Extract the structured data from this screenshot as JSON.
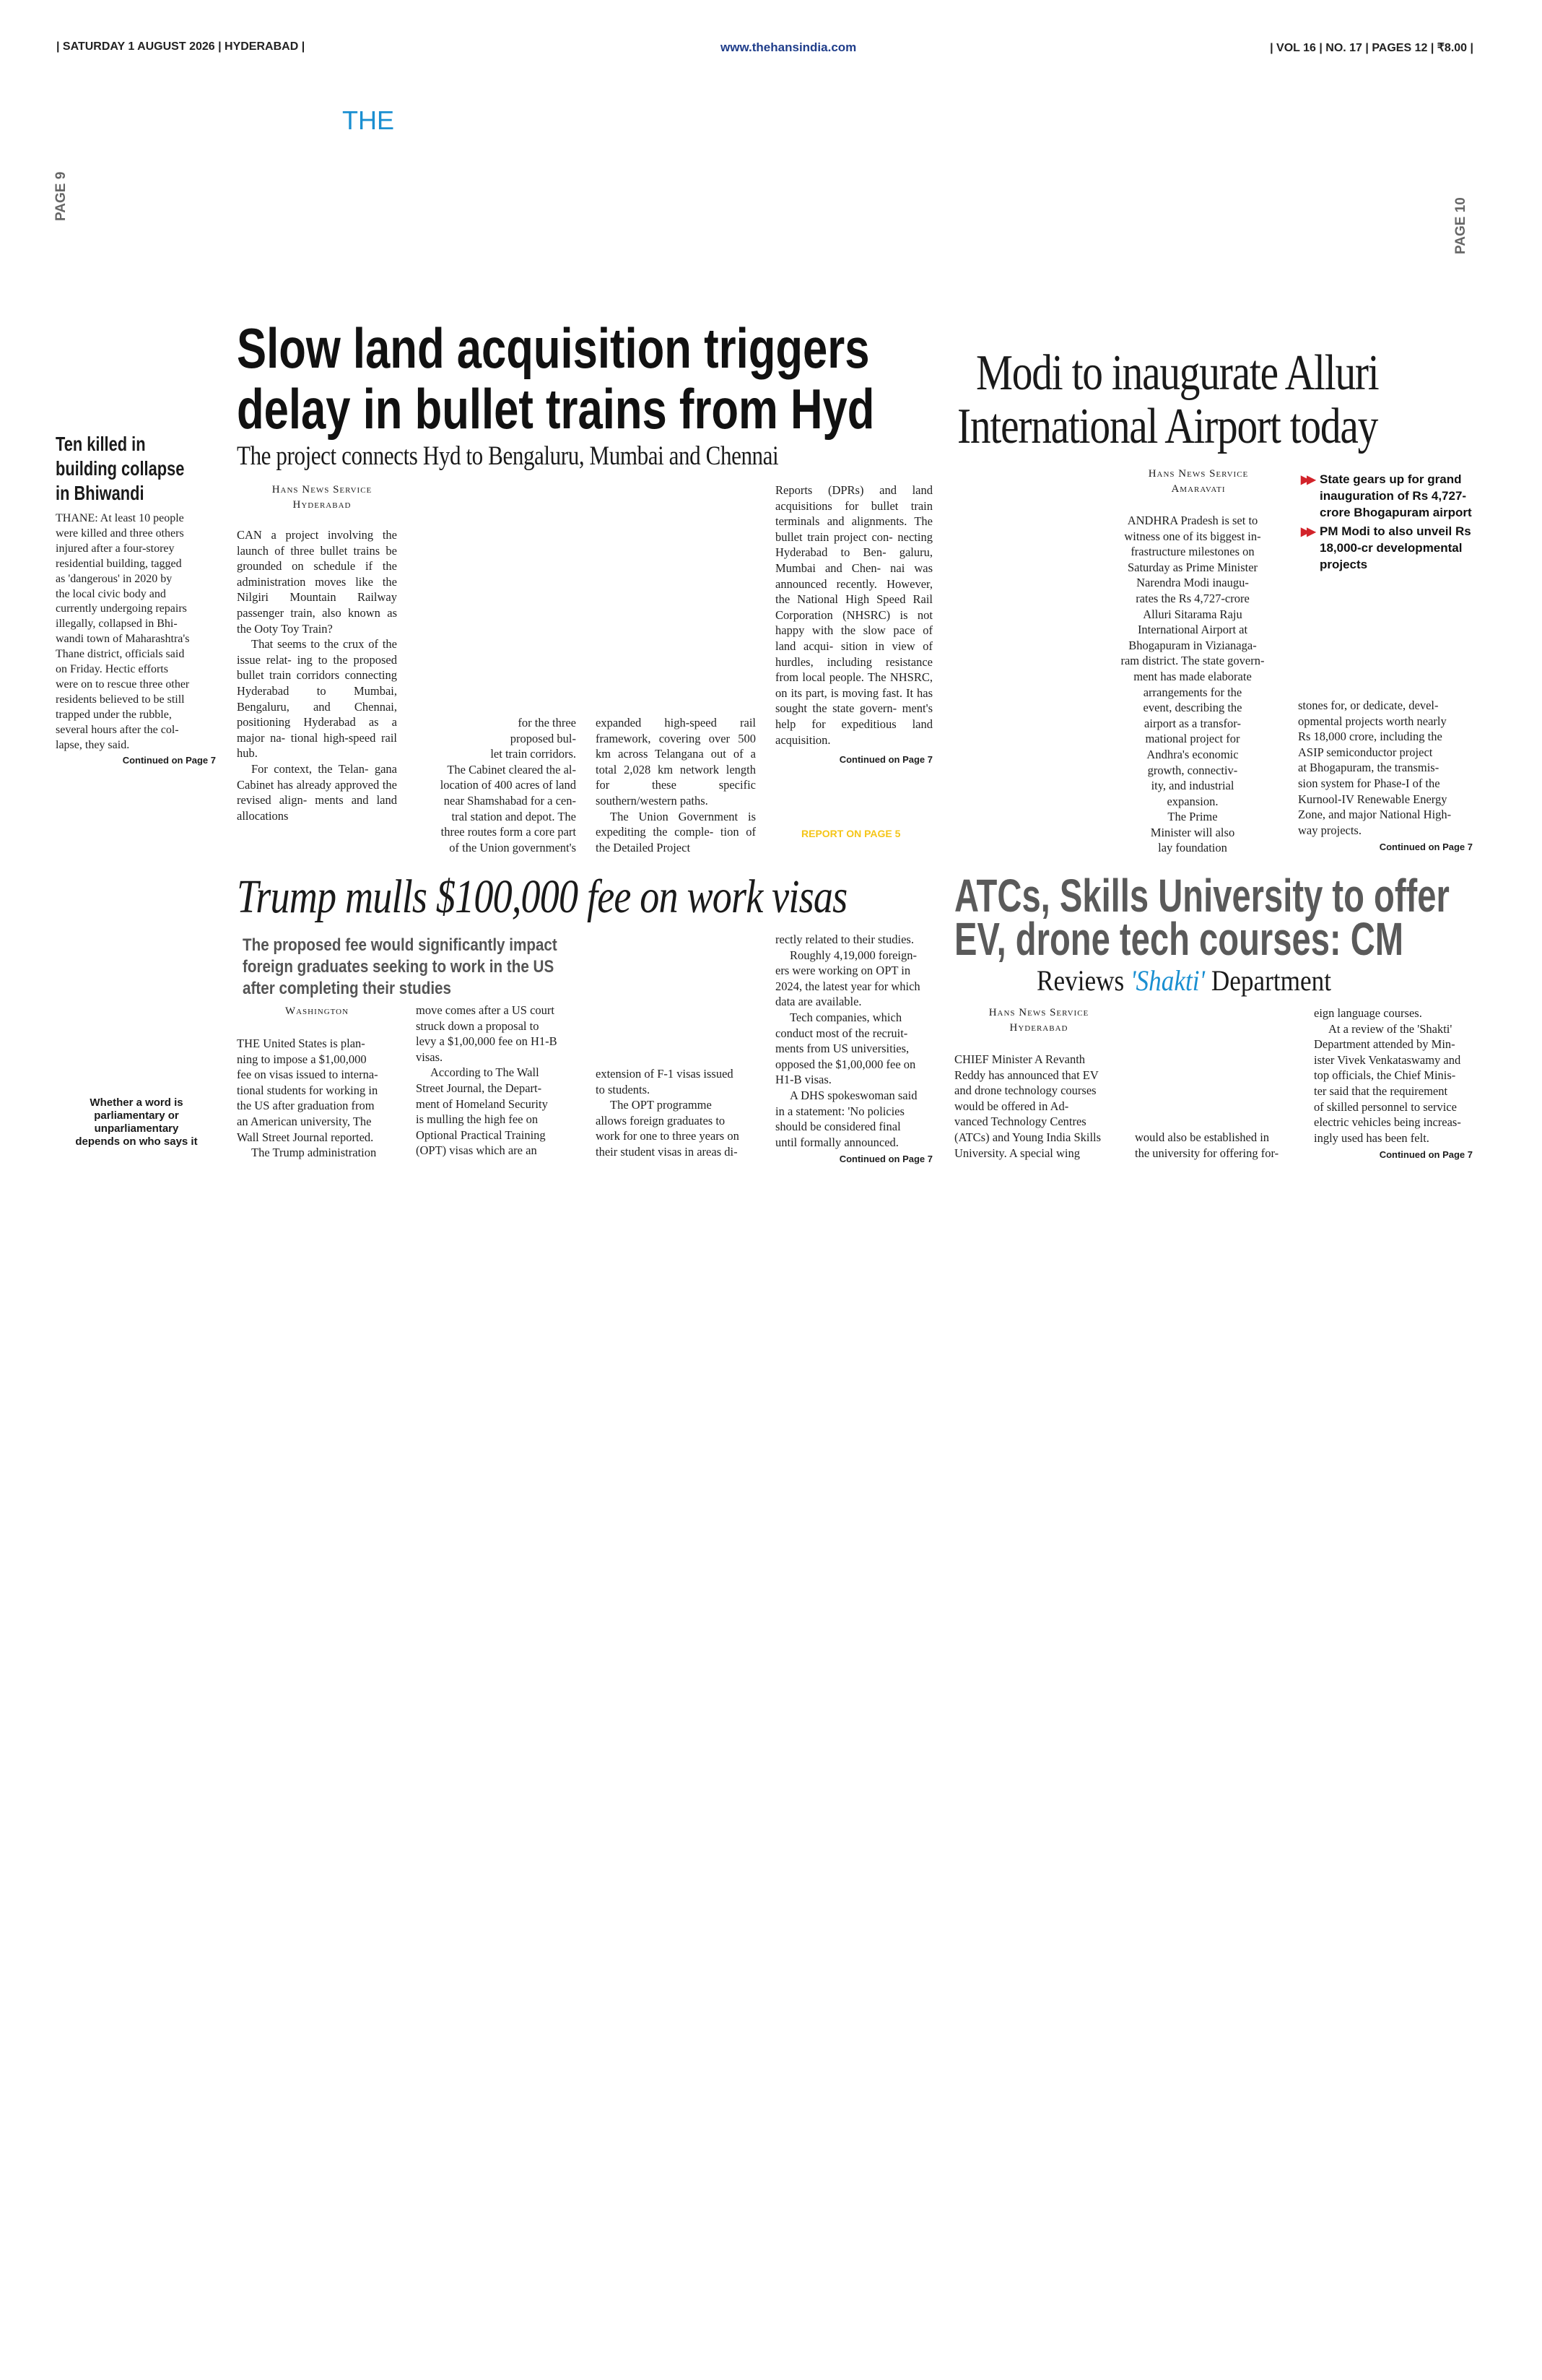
{
  "masthead": {
    "left": "| SATURDAY 1 AUGUST 2026 | HYDERABAD |",
    "center": "www.thehansindia.com",
    "right": "| VOL 16 | NO. 17 | PAGES 12 | ₹8.00 |",
    "logo": "THE"
  },
  "page_markers": {
    "left": "PAGE 9",
    "right": "PAGE 10"
  },
  "left_story": {
    "headline": [
      "Ten killed in",
      "building collapse",
      "in Bhiwandi"
    ],
    "body": [
      "THANE: At least 10 people",
      "were killed and three others",
      "injured after a four-storey",
      "residential building, tagged",
      "as 'dangerous' in 2020 by",
      "the local civic body and",
      "currently undergoing repairs",
      "illegally, collapsed in Bhi-",
      "wandi town of Maharashtra's",
      "Thane district, officials said",
      "on Friday. Hectic efforts",
      "were on to rescue three other",
      "residents believed to be still",
      "trapped under the rubble,",
      "several hours after the col-",
      "lapse, they said."
    ],
    "continued": "Continued on Page 7"
  },
  "bullet_story": {
    "headline_1": "Slow land acquisition triggers",
    "headline_2": "delay in bullet trains from Hyd",
    "subhead": "The project connects Hyd to Bengaluru, Mumbai and Chennai",
    "byline_1": "Hans News Service",
    "byline_2": "Hyderabad",
    "col1_p1": [
      "CAN a project involving the",
      "launch of three bullet trains",
      "be grounded on schedule if",
      "the administration moves",
      "like the Nilgiri Mountain",
      "Railway passenger train,",
      "also known as the Ooty",
      "Toy Train?"
    ],
    "col1_p2": [
      "That seems to the",
      "crux of the issue relat-",
      "ing to the proposed",
      "bullet train corridors",
      "connecting Hyderabad",
      "to Mumbai, Bengaluru,",
      "and Chennai, positioning",
      "Hyderabad as a major na-",
      "tional high-speed rail hub."
    ],
    "col1_p3": [
      "For context, the Telan-",
      "gana Cabinet has already",
      "approved the revised align-",
      "ments and land allocations"
    ],
    "col2": [
      "for the three",
      "proposed bul-",
      "let train corridors.",
      "The Cabinet cleared the al-",
      "location of 400 acres of land",
      "near Shamshabad for a cen-",
      "tral station and depot. The",
      "three routes form a core part",
      "of the Union government's"
    ],
    "col3_p1": [
      "expanded high-speed rail",
      "framework, covering over",
      "500 km across Telangana out",
      "of a total 2,028 km network",
      "length for these specific",
      "southern/western paths."
    ],
    "col3_p2": [
      "The Union Government",
      "is expediting the comple-",
      "tion of the Detailed Project"
    ],
    "col4": [
      "Reports (DPRs) and land",
      "acquisitions for bullet train",
      "terminals and alignments.",
      "The bullet train project con-",
      "necting Hyderabad to Ben-",
      "galuru, Mumbai and Chen-",
      "nai was announced recently.",
      "However, the National High",
      "Speed Rail Corporation",
      "(NHSRC) is not happy with",
      "the slow pace of land acqui-",
      "sition in view of hurdles,",
      "including resistance from",
      "local people. The NHSRC,",
      "on its part, is moving fast. It",
      "has sought the state govern-",
      "ment's help for expeditious",
      "land acquisition."
    ],
    "continued": "Continued on Page 7",
    "report": "REPORT ON PAGE 5"
  },
  "modi_story": {
    "headline_1": "Modi to inaugurate Alluri",
    "headline_2": "International Airport today",
    "byline_1": "Hans News Service",
    "byline_2": "Amaravati",
    "highlights": [
      "State gears up for grand inauguration of Rs 4,727-crore Bhogapuram airport",
      "PM Modi to also unveil Rs 18,000-cr developmental projects"
    ],
    "body_1": [
      "ANDHRA Pradesh is set to",
      "witness one of its biggest in-",
      "frastructure milestones on",
      "Saturday as Prime Minister",
      "Narendra Modi inaugu-",
      "rates the Rs 4,727-crore",
      "Alluri Sitarama Raju",
      "International Airport at",
      "Bhogapuram in Vizianaga-",
      "ram district. The state govern-",
      "ment has made elaborate",
      "arrangements for the",
      "event, describing the",
      "airport as a transfor-",
      "mational project for",
      "Andhra's economic",
      "growth, connectiv-",
      "ity, and industrial",
      "expansion."
    ],
    "body_2": [
      "The Prime",
      "Minister will also",
      "lay foundation"
    ],
    "body_3": [
      "stones for, or dedicate, devel-",
      "opmental projects worth nearly",
      "Rs 18,000 crore, including the",
      "ASIP semiconductor project",
      "at Bhogapuram, the transmis-",
      "sion system for Phase-I of the",
      "Kurnool-IV Renewable Energy",
      "Zone, and major National High-",
      "way projects."
    ],
    "continued": "Continued on Page 7"
  },
  "trump_story": {
    "headline": "Trump mulls $100,000 fee on work visas",
    "subhead": [
      "The proposed fee would significantly impact",
      "foreign graduates seeking to work in the US",
      "after completing their studies"
    ],
    "byline": "Washington",
    "col1_p1": [
      "THE United States is plan-",
      "ning to impose a $1,00,000",
      "fee on visas issued to interna-",
      "tional students for working in",
      "the US after graduation from",
      "an American university, The",
      "Wall Street Journal reported."
    ],
    "col1_p2": [
      "The Trump administration"
    ],
    "col2_p1": [
      "move comes after a US court",
      "struck down a proposal to",
      "levy a $1,00,000 fee on H1-B",
      "visas."
    ],
    "col2_p2": [
      "According to The Wall",
      "Street Journal, the Depart-",
      "ment of Homeland Security",
      "is mulling the high fee on",
      "Optional Practical Training",
      "(OPT) visas which are an"
    ],
    "col3_p1": [
      "extension of F-1 visas issued",
      "to students."
    ],
    "col3_p2": [
      "The OPT programme",
      "allows foreign graduates to",
      "work for one to three years on",
      "their student visas in areas di-"
    ],
    "col4_p1": [
      "rectly related to their studies."
    ],
    "col4_p2": [
      "Roughly 4,19,000 foreign-",
      "ers were working on OPT in",
      "2024, the latest year for which",
      "data are available."
    ],
    "col4_p3": [
      "Tech companies, which",
      "conduct most of the recruit-",
      "ments from US universities,",
      "opposed the $1,00,000 fee on",
      "H1-B visas."
    ],
    "col4_p4": [
      "A DHS spokeswoman said",
      "in a statement: 'No policies",
      "should be considered final",
      "until formally announced."
    ],
    "continued": "Continued on Page 7"
  },
  "atc_story": {
    "headline_1": "ATCs, Skills University to offer",
    "headline_2": "EV, drone tech courses: CM",
    "subhead_pre": "Reviews ",
    "subhead_accent": "'Shakti'",
    "subhead_post": " Department",
    "byline_1": "Hans News Service",
    "byline_2": "Hyderabad",
    "col1": [
      "CHIEF Minister A Revanth",
      "Reddy has announced that EV",
      "and drone technology courses",
      "would be offered in Ad-",
      "vanced Technology Centres",
      "(ATCs) and Young India Skills",
      "University. A special wing"
    ],
    "col2": [
      "would also be established in",
      "the university for offering for-"
    ],
    "col3_p1": [
      "eign language courses."
    ],
    "col3_p2": [
      "At a review of the 'Shakti'",
      "Department attended by Min-",
      "ister Vivek Venkataswamy and",
      "top officials, the Chief Minis-",
      "ter said that the requirement",
      "of skilled personnel to service",
      "electric vehicles being increas-",
      "ingly used has been felt."
    ],
    "continued": "Continued on Page 7"
  },
  "sidebar_teaser": [
    "Whether a word is",
    "parliamentary or",
    "unparliamentary",
    "depends on who says it"
  ],
  "colors": {
    "accent_blue": "#1a8fd1",
    "accent_yellow": "#f5c518",
    "arrow_red": "#d2232a",
    "gray_headline": "#5a5a5a"
  }
}
